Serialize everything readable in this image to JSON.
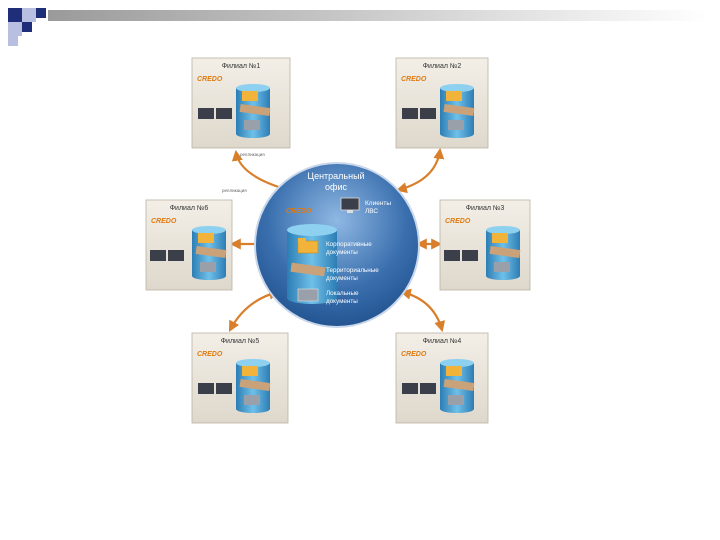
{
  "branches": [
    {
      "id": "b1",
      "title": "Филиал №1"
    },
    {
      "id": "b2",
      "title": "Филиал №2"
    },
    {
      "id": "b3",
      "title": "Филиал №3"
    },
    {
      "id": "b4",
      "title": "Филиал №4"
    },
    {
      "id": "b5",
      "title": "Филиал №5"
    },
    {
      "id": "b6",
      "title": "Филиал №6"
    }
  ],
  "logo_text": "CREDO",
  "central": {
    "title_line1": "Центральный",
    "title_line2": "офис",
    "clients_line1": "Клиенты",
    "clients_line2": "ЛВС",
    "docs": [
      {
        "line1": "Корпоративные",
        "line2": "документы"
      },
      {
        "line1": "Территориальные",
        "line2": "документы"
      },
      {
        "line1": "Локальные",
        "line2": "документы"
      }
    ]
  },
  "link_labels": [
    "репликация",
    "репликация"
  ],
  "colors": {
    "arrow": "#d97f2c",
    "box_fill": "#e8e4dc",
    "box_stroke": "#b9b2a4",
    "circle_dark": "#1f4f8c",
    "circle_light": "#6e9fd2",
    "cylinder": "#4ea5d6",
    "folder": "#f2b33a",
    "accent_squares": "#1e2e78"
  }
}
